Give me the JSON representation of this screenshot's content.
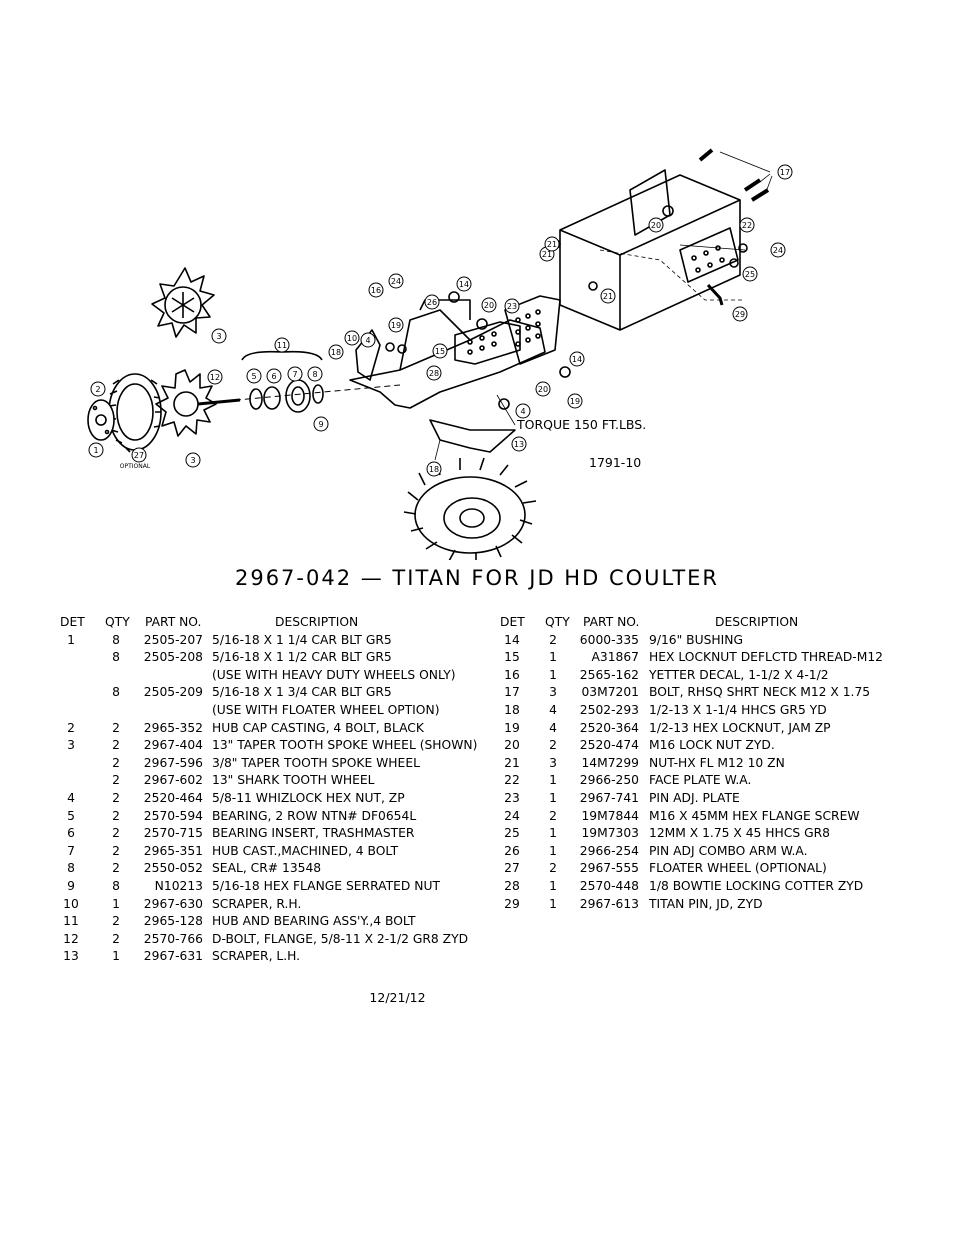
{
  "diagram": {
    "torque_note": "TORQUE 150 FT.LBS.",
    "drawing_number": "1791-10",
    "optional_label": "OPTIONAL",
    "callouts": [
      "1",
      "2",
      "3",
      "3",
      "4",
      "4",
      "5",
      "6",
      "7",
      "8",
      "9",
      "10",
      "11",
      "12",
      "13",
      "14",
      "14",
      "14",
      "15",
      "16",
      "17",
      "18",
      "18",
      "19",
      "19",
      "20",
      "20",
      "21",
      "21",
      "21",
      "22",
      "23",
      "24",
      "24",
      "25",
      "26",
      "27",
      "28",
      "29"
    ]
  },
  "title": "2967-042 — TITAN FOR JD HD COULTER",
  "columns": {
    "det": "DET",
    "qty": "QTY",
    "part": "PART NO.",
    "desc": "DESCRIPTION"
  },
  "parts_left": [
    {
      "det": "1",
      "qty": "8",
      "part": "2505-207",
      "desc": "5/16-18 X 1 1/4 CAR BLT GR5"
    },
    {
      "det": "",
      "qty": "8",
      "part": "2505-208",
      "desc": "5/16-18 X 1 1/2 CAR BLT GR5"
    },
    {
      "det": "",
      "qty": "",
      "part": "",
      "desc": "(USE WITH HEAVY DUTY WHEELS ONLY)"
    },
    {
      "det": "",
      "qty": "8",
      "part": "2505-209",
      "desc": "5/16-18 X 1 3/4 CAR BLT GR5"
    },
    {
      "det": "",
      "qty": "",
      "part": "",
      "desc": "(USE WITH FLOATER WHEEL OPTION)"
    },
    {
      "det": "2",
      "qty": "2",
      "part": "2965-352",
      "desc": "HUB CAP CASTING, 4 BOLT, BLACK"
    },
    {
      "det": "3",
      "qty": "2",
      "part": "2967-404",
      "desc": "13\" TAPER TOOTH SPOKE WHEEL (SHOWN)"
    },
    {
      "det": "",
      "qty": "2",
      "part": "2967-596",
      "desc": "3/8\" TAPER TOOTH SPOKE WHEEL"
    },
    {
      "det": "",
      "qty": "2",
      "part": "2967-602",
      "desc": "13\" SHARK TOOTH WHEEL"
    },
    {
      "det": "4",
      "qty": "2",
      "part": "2520-464",
      "desc": "5/8-11 WHIZLOCK HEX NUT, ZP"
    },
    {
      "det": "5",
      "qty": "2",
      "part": "2570-594",
      "desc": "BEARING, 2 ROW NTN# DF0654L"
    },
    {
      "det": "6",
      "qty": "2",
      "part": "2570-715",
      "desc": "BEARING INSERT, TRASHMASTER"
    },
    {
      "det": "7",
      "qty": "2",
      "part": "2965-351",
      "desc": "HUB CAST.,MACHINED, 4 BOLT"
    },
    {
      "det": "8",
      "qty": "2",
      "part": "2550-052",
      "desc": "SEAL, CR# 13548"
    },
    {
      "det": "9",
      "qty": "8",
      "part": "N10213",
      "desc": "5/16-18 HEX FLANGE SERRATED NUT"
    },
    {
      "det": "10",
      "qty": "1",
      "part": "2967-630",
      "desc": "SCRAPER, R.H."
    },
    {
      "det": "11",
      "qty": "2",
      "part": "2965-128",
      "desc": "HUB AND BEARING ASS'Y.,4 BOLT"
    },
    {
      "det": "12",
      "qty": "2",
      "part": "2570-766",
      "desc": "D-BOLT, FLANGE, 5/8-11 X 2-1/2 GR8 ZYD"
    },
    {
      "det": "13",
      "qty": "1",
      "part": "2967-631",
      "desc": "SCRAPER, L.H."
    }
  ],
  "parts_right": [
    {
      "det": "14",
      "qty": "2",
      "part": "6000-335",
      "desc": "9/16\" BUSHING"
    },
    {
      "det": "15",
      "qty": "1",
      "part": "A31867",
      "desc": "HEX LOCKNUT DEFLCTD THREAD-M12"
    },
    {
      "det": "16",
      "qty": "1",
      "part": "2565-162",
      "desc": "YETTER DECAL, 1-1/2 X 4-1/2"
    },
    {
      "det": "17",
      "qty": "3",
      "part": "03M7201",
      "desc": "BOLT, RHSQ SHRT NECK M12 X 1.75"
    },
    {
      "det": "18",
      "qty": "4",
      "part": "2502-293",
      "desc": "1/2-13 X 1-1/4 HHCS GR5 YD"
    },
    {
      "det": "19",
      "qty": "4",
      "part": "2520-364",
      "desc": "1/2-13 HEX LOCKNUT, JAM ZP"
    },
    {
      "det": "20",
      "qty": "2",
      "part": "2520-474",
      "desc": "M16 LOCK NUT ZYD."
    },
    {
      "det": "21",
      "qty": "3",
      "part": "14M7299",
      "desc": "NUT-HX FL M12  10 ZN"
    },
    {
      "det": "22",
      "qty": "1",
      "part": "2966-250",
      "desc": "FACE PLATE W.A."
    },
    {
      "det": "23",
      "qty": "1",
      "part": "2967-741",
      "desc": "PIN ADJ. PLATE"
    },
    {
      "det": "24",
      "qty": "2",
      "part": "19M7844",
      "desc": "M16 X 45MM HEX FLANGE SCREW"
    },
    {
      "det": "25",
      "qty": "1",
      "part": "19M7303",
      "desc": "12MM X 1.75 X 45 HHCS GR8"
    },
    {
      "det": "26",
      "qty": "1",
      "part": "2966-254",
      "desc": "PIN ADJ COMBO ARM W.A."
    },
    {
      "det": "27",
      "qty": "2",
      "part": "2967-555",
      "desc": "FLOATER WHEEL (OPTIONAL)"
    },
    {
      "det": "28",
      "qty": "1",
      "part": "2570-448",
      "desc": "1/8 BOWTIE LOCKING COTTER ZYD"
    },
    {
      "det": "29",
      "qty": "1",
      "part": "2967-613",
      "desc": "TITAN PIN, JD, ZYD"
    }
  ],
  "date": "12/21/12"
}
